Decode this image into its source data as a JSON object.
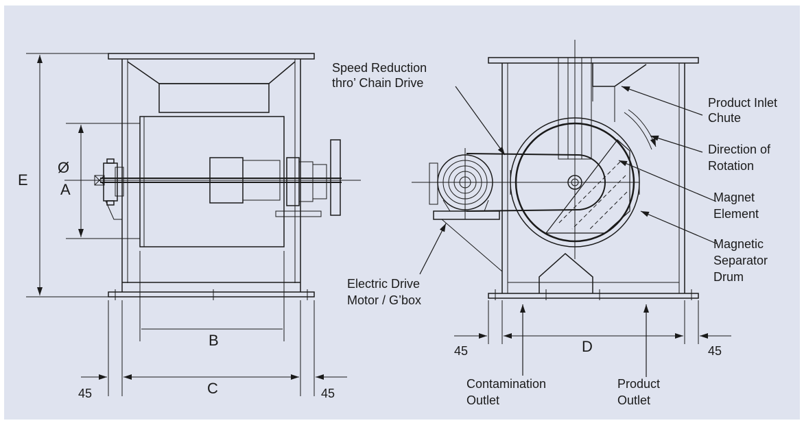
{
  "colors": {
    "background": "#dfe3ef",
    "ink": "#1a1a1a"
  },
  "dimensions": {
    "E": "E",
    "dia_symbol": "Ø",
    "A": "A",
    "B": "B",
    "C": "C",
    "D": "D",
    "left_45a": "45",
    "left_45b": "45",
    "right_45a": "45",
    "right_45b": "45"
  },
  "callouts": {
    "speed_reduction": [
      "Speed Reduction",
      "thro’ Chain Drive"
    ],
    "product_inlet": [
      "Product Inlet",
      "Chute"
    ],
    "direction": [
      "Direction of",
      "Rotation"
    ],
    "magnet_element": [
      "Magnet",
      "Element"
    ],
    "drum": [
      "Magnetic",
      "Separator",
      "Drum"
    ],
    "motor": [
      "Electric Drive",
      "Motor / G’box"
    ],
    "contamination": [
      "Contamination",
      "Outlet"
    ],
    "product_outlet": [
      "Product",
      "Outlet"
    ]
  }
}
